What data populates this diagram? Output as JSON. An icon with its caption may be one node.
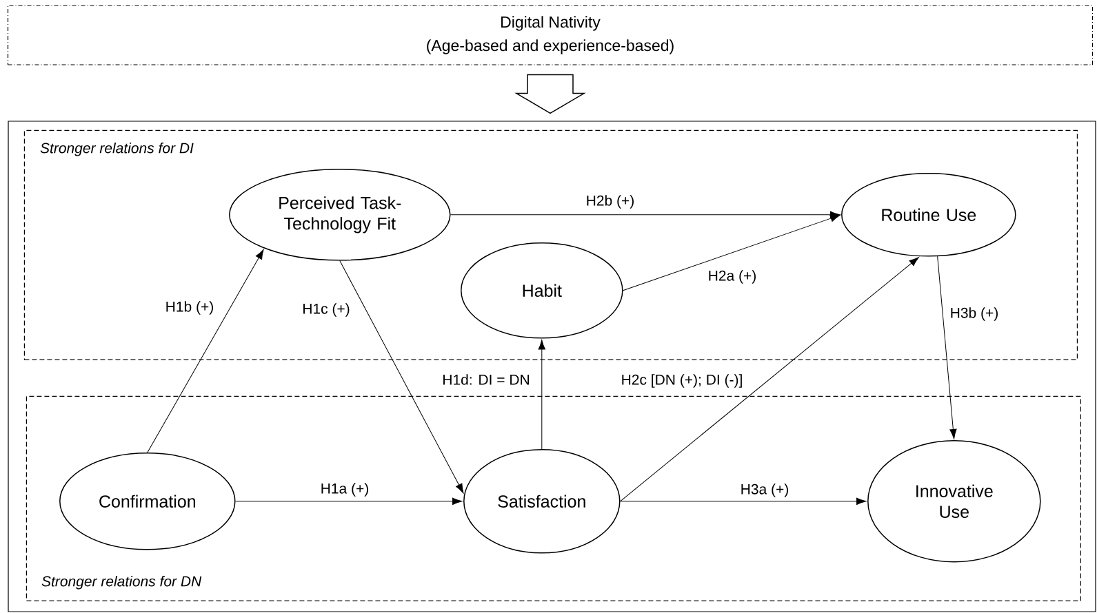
{
  "diagram": {
    "nodes": [
      {
        "text": [
          "Digital Nativity",
          "(Age-based and experience-based)"
        ]
      },
      {
        "text": [],
        "shape": "box"
      },
      {
        "text": [
          "Stronger relations for DI"
        ],
        "in": 1
      },
      {
        "text": [
          "Stronger relations for DN"
        ],
        "in": 1
      },
      {
        "text": [
          "Perceived Task-Technology Fit"
        ],
        "in": 2
      },
      {
        "text": [
          "Routine Use"
        ],
        "in": 2
      },
      {
        "text": [
          "Habit"
        ],
        "in": 2
      },
      {
        "text": [
          "Confirmation"
        ],
        "in": 3
      },
      {
        "text": [
          "Satisfaction"
        ],
        "in": 3
      },
      {
        "text": [
          "Innovative Use"
        ],
        "in": 3
      }
    ],
    "edges": [
      {
        "from": 0,
        "to": 1,
        "arrow": "to"
      },
      {
        "from": 7,
        "to": 4,
        "arrow": "to",
        "label": "H1b (+)"
      },
      {
        "from": 4,
        "to": 8,
        "arrow": "to",
        "label": "H1c (+)"
      },
      {
        "from": 7,
        "to": 8,
        "arrow": "to",
        "label": "H1a (+)"
      },
      {
        "from": 8,
        "to": 6,
        "arrow": "to",
        "label": "H1d: DI = DN"
      },
      {
        "from": 6,
        "to": 5,
        "arrow": "to",
        "label": "H2a (+)"
      },
      {
        "from": 4,
        "to": 5,
        "arrow": "to",
        "label": "H2b (+)"
      },
      {
        "from": 8,
        "to": 5,
        "arrow": "to",
        "label": "H2c [DN (+); DI (-)]"
      },
      {
        "from": 8,
        "to": 9,
        "arrow": "to",
        "label": "H3a (+)"
      },
      {
        "from": 5,
        "to": 9,
        "arrow": "to",
        "label": "H3b (+)"
      }
    ]
  }
}
